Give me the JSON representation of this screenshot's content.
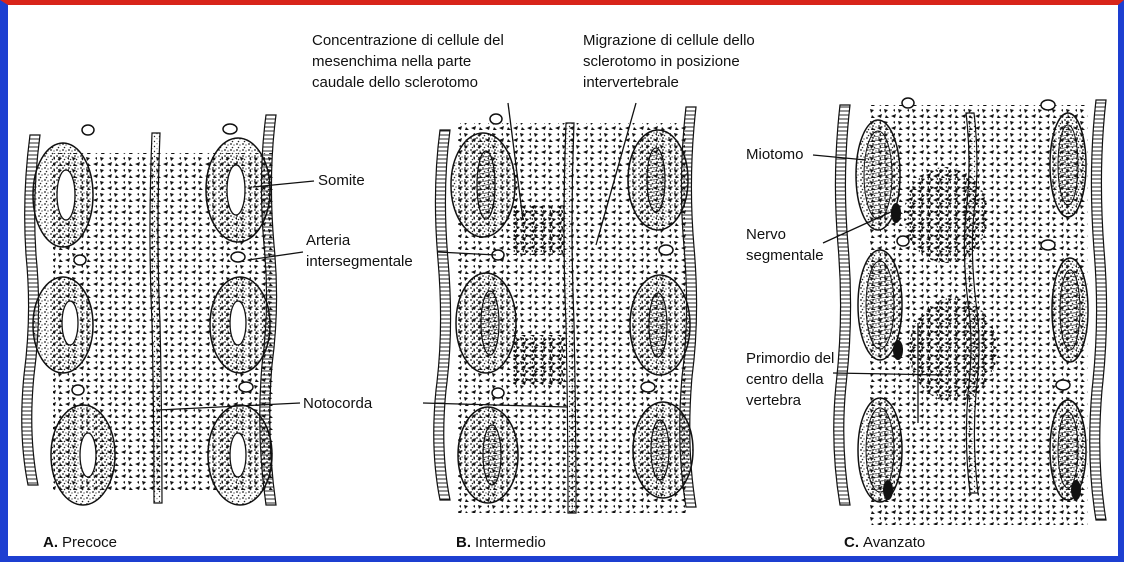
{
  "labels": {
    "concentrazione": [
      "Concentrazione di cellule del",
      "mesenchima nella parte",
      "caudale dello sclerotomo"
    ],
    "migrazione": [
      "Migrazione di cellule dello",
      "sclerotomo in posizione",
      "intervertebrale"
    ],
    "somite": "Somite",
    "arteria": [
      "Arteria",
      "intersegmentale"
    ],
    "notocorda": "Notocorda",
    "miotomo": "Miotomo",
    "nervo": [
      "Nervo",
      "segmentale"
    ],
    "primordio": [
      "Primordio del",
      "centro della",
      "vertebra"
    ]
  },
  "captions": {
    "a": {
      "letter": "A.",
      "text": "Precoce"
    },
    "b": {
      "letter": "B.",
      "text": "Intermedio"
    },
    "c": {
      "letter": "C.",
      "text": "Avanzato"
    }
  },
  "colors": {
    "frame_top": "#d8241a",
    "frame": "#1d3fd1",
    "background": "#ffffff",
    "ink": "#111111"
  }
}
